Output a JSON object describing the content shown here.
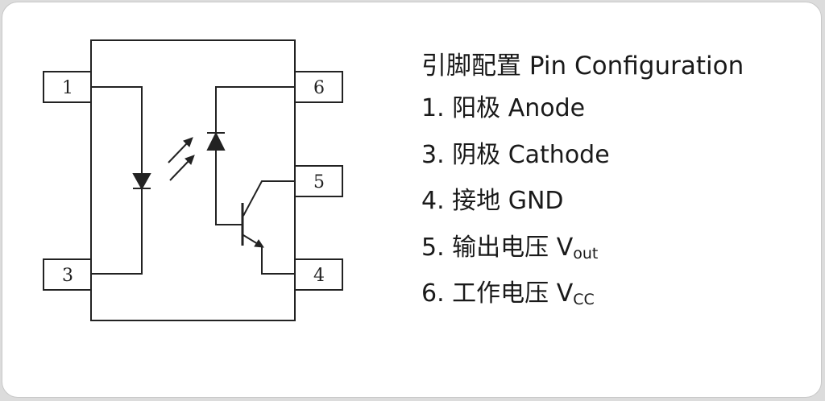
{
  "legend": {
    "title": "引脚配置 Pin Configuration",
    "items": [
      {
        "num": "1.",
        "text": "阳极 Anode",
        "sub": ""
      },
      {
        "num": "3.",
        "text": "阴极 Cathode",
        "sub": ""
      },
      {
        "num": "4.",
        "text": "接地 GND",
        "sub": ""
      },
      {
        "num": "5.",
        "text": "输出电压 V",
        "sub": "out"
      },
      {
        "num": "6.",
        "text": "工作电压 V",
        "sub": "CC"
      }
    ]
  },
  "pins": {
    "p1": "1",
    "p3": "3",
    "p4": "4",
    "p5": "5",
    "p6": "6"
  },
  "colors": {
    "line": "#222222",
    "background": "#ffffff",
    "frame": "#dcdcdc"
  }
}
